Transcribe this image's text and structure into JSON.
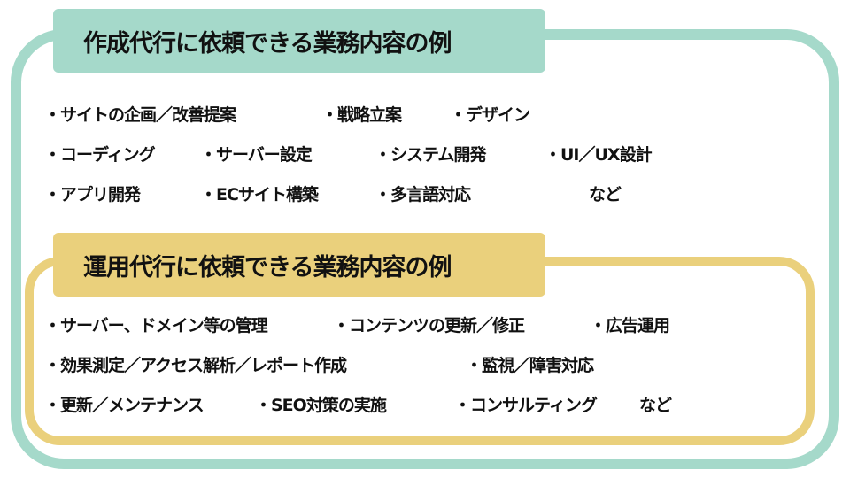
{
  "section1": {
    "title": "作成代行に依頼できる業務内容の例",
    "rows": [
      [
        "・サイトの企画／改善提案",
        "・戦略立案",
        "・デザイン"
      ],
      [
        "・コーディング",
        "・サーバー設定",
        "・システム開発",
        "・UI／UX設計"
      ],
      [
        "・アプリ開発",
        "・ECサイト構築",
        "・多言語対応",
        "など"
      ]
    ]
  },
  "section2": {
    "title": "運用代行に依頼できる業務内容の例",
    "rows": [
      [
        "・サーバー、ドメイン等の管理",
        "・コンテンツの更新／修正",
        "・広告運用"
      ],
      [
        "・効果測定／アクセス解析／レポート作成",
        "・監視／障害対応"
      ],
      [
        "・更新／メンテナンス",
        "・SEO対策の実施",
        "・コンサルティング",
        "など"
      ]
    ]
  },
  "colors": {
    "teal": "#a5d9ca",
    "gold": "#ead07c"
  }
}
